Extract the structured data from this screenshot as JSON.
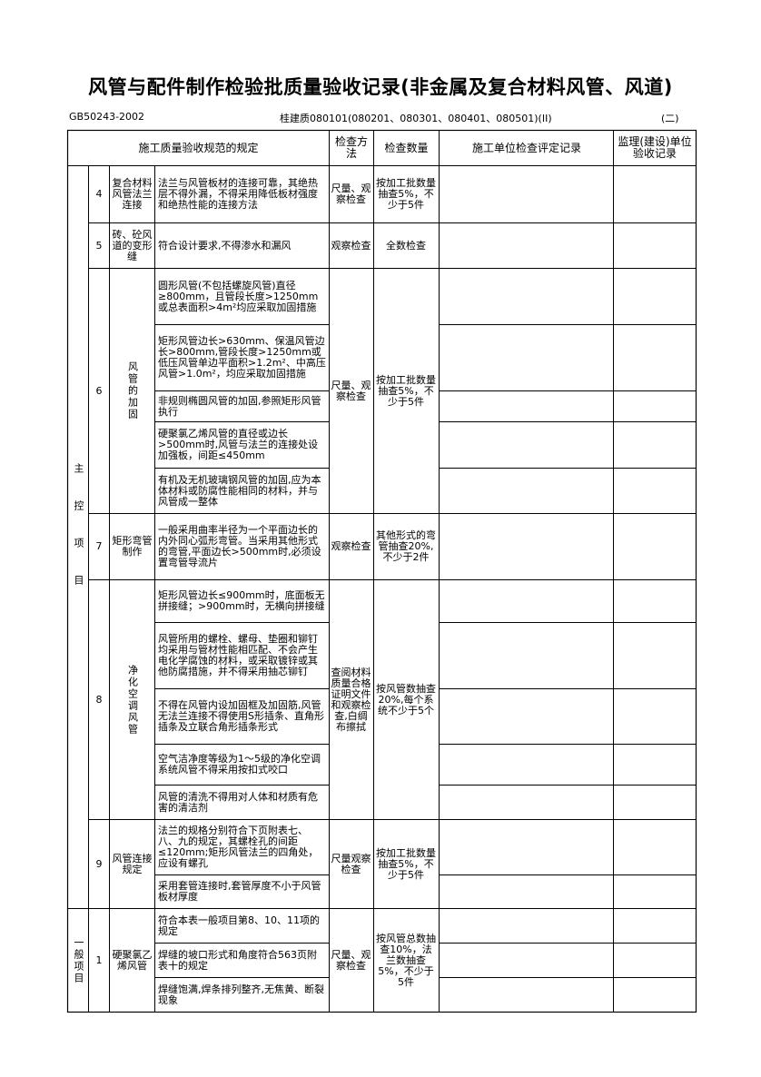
{
  "title": "风管与配件制作检验批质量验收记录(非金属及复合材料风管、风道)",
  "standard": "GB50243-2002",
  "form_code": "桂建质080101(080201、080301、080401、080501)(II)",
  "page_no": "(二)",
  "header": {
    "spec": "施工质量验收规范的规定",
    "method": "检查方法",
    "quantity": "检查数量",
    "construction": "施工单位检查评定记录",
    "supervision": "监理(建设)单位验收记录"
  },
  "sections": {
    "main": "主控项目",
    "general": "一般项目"
  },
  "rows": {
    "r4": {
      "no": "4",
      "item": "复合材料风管法兰连接",
      "spec": "法兰与风管板材的连接可靠，其绝热层不得外漏，不得采用降低板材强度和绝热性能的连接方法",
      "method": "尺量、观察检查",
      "qty": "按加工批数量抽查5%，不少于5件"
    },
    "r5": {
      "no": "5",
      "item": "砖、砼风道的变形缝",
      "spec": "符合设计要求,不得渗水和漏风",
      "method": "观察检查",
      "qty": "全数检查"
    },
    "r6": {
      "no": "6",
      "item": "风管的加固",
      "method": "尺量、观察检查",
      "qty": "按加工批数量抽查5%，不少于5件",
      "specs": [
        "圆形风管(不包括螺旋风管)直径≥800mm，且管段长度>1250mm或总表面积>4m²均应采取加固措施",
        "矩形风管边长>630mm、保温风管边长>800mm,管段长度>1250mm或低压风管单边平面积>1.2m²、中高压风管>1.0m²，均应采取加固措施",
        "非规则椭圆风管的加固,参照矩形风管执行",
        "硬聚氯乙烯风管的直径或边长>500mm时,风管与法兰的连接处设加强板，间距≤450mm",
        "有机及无机玻璃钢风管的加固,应为本体材料或防腐性能相同的材料，并与风管成一整体"
      ]
    },
    "r7": {
      "no": "7",
      "item": "矩形弯管制作",
      "spec": "一般采用曲率半径为一个平面边长的内外同心弧形弯管。当采用其他形式的弯管,平面边长>500mm时,必须设置弯管导流片",
      "method": "观察检查",
      "qty": "其他形式的弯管抽查20%,不少于2件"
    },
    "r8": {
      "no": "8",
      "item": "净化空调风管",
      "method": "查阅材料质量合格证明文件和观察检查,白绸布擦拭",
      "qty": "按风管数抽查20%,每个系统不少于5个",
      "specs": [
        "矩形风管边长≤900mm时，底面板无拼接缝；>900mm时，无横向拼接缝",
        "风管所用的螺栓、螺母、垫圈和铆钉均采用与管材性能相匹配、不会产生电化学腐蚀的材料，或采取镀锌或其他防腐措施，并不得采用抽芯铆钉",
        "不得在风管内设加固框及加固筋,风管无法兰连接不得使用S形插条、直角形插条及立联合角形插条形式",
        "空气洁净度等级为1～5级的净化空调系统风管不得采用按扣式咬口",
        "风管的清洗不得用对人体和材质有危害的清洁剂"
      ]
    },
    "r9": {
      "no": "9",
      "item": "风管连接规定",
      "method": "尺量观察检查",
      "qty": "按加工批数量抽查5%，不少于5件",
      "specs": [
        "法兰的规格分别符合下页附表七、八、九的规定，其螺栓孔的间距≤120mm;矩形风管法兰的四角处，应设有螺孔",
        "采用套管连接时,套管厚度不小于风管板材厚度"
      ]
    },
    "g1": {
      "no": "1",
      "item": "硬聚氯乙烯风管",
      "method": "尺量、观察检查",
      "qty": "按风管总数抽查10%，法兰数抽查5%，不少于5件",
      "specs": [
        "符合本表一般项目第8、10、11项的规定",
        "焊缝的坡口形式和角度符合563页附表十的规定",
        "焊缝饱满,焊条排列整齐,无焦黄、断裂现象"
      ]
    }
  }
}
